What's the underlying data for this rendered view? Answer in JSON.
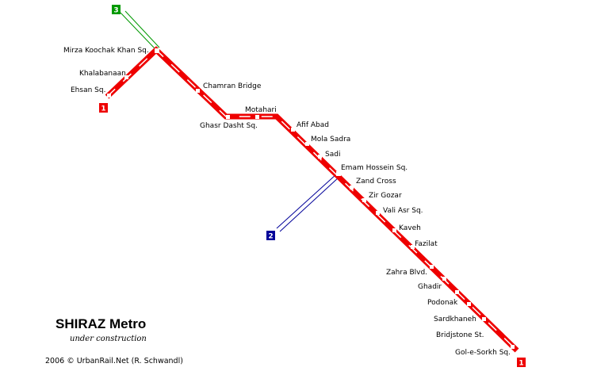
{
  "title": "SHIRAZ Metro",
  "subtitle": "under construction",
  "credit": "2006 © UrbanRail.Net (R. Schwandl)",
  "colors": {
    "line1": "#ee0000",
    "line2": "#000099",
    "line3": "#009900",
    "station": "#ffffff"
  },
  "lines": [
    {
      "id": "line-1",
      "badge": "1",
      "status": "operating-route"
    },
    {
      "id": "line-2",
      "badge": "2",
      "status": "planned"
    },
    {
      "id": "line-3",
      "badge": "3",
      "status": "planned"
    }
  ],
  "terminal_badges": {
    "line1_north": "1",
    "line1_south": "1",
    "line2": "2",
    "line3": "3"
  },
  "stations": [
    {
      "id": "ehsan",
      "name": "Ehsan Sq."
    },
    {
      "id": "khalabanaan",
      "name": "Khalabanaan"
    },
    {
      "id": "mirza",
      "name": "Mirza Koochak Khan Sq."
    },
    {
      "id": "chamran",
      "name": "Chamran Bridge"
    },
    {
      "id": "ghasr",
      "name": "Ghasr Dasht Sq."
    },
    {
      "id": "motahari",
      "name": "Motahari"
    },
    {
      "id": "afif",
      "name": "Afif Abad"
    },
    {
      "id": "mola",
      "name": "Mola Sadra"
    },
    {
      "id": "sadi",
      "name": "Sadi"
    },
    {
      "id": "emam",
      "name": "Emam Hossein Sq."
    },
    {
      "id": "zand",
      "name": "Zand Cross"
    },
    {
      "id": "zir",
      "name": "Zir Gozar"
    },
    {
      "id": "vali",
      "name": "Vali Asr Sq."
    },
    {
      "id": "kaveh",
      "name": "Kaveh"
    },
    {
      "id": "fazilat",
      "name": "Fazilat"
    },
    {
      "id": "zahra",
      "name": "Zahra Blvd."
    },
    {
      "id": "ghadir",
      "name": "Ghadir"
    },
    {
      "id": "podonak",
      "name": "Podonak"
    },
    {
      "id": "sardkhaneh",
      "name": "Sardkhaneh"
    },
    {
      "id": "bridjstone",
      "name": "Bridjstone St."
    },
    {
      "id": "golesorkh",
      "name": "Gol-e-Sorkh Sq."
    }
  ]
}
